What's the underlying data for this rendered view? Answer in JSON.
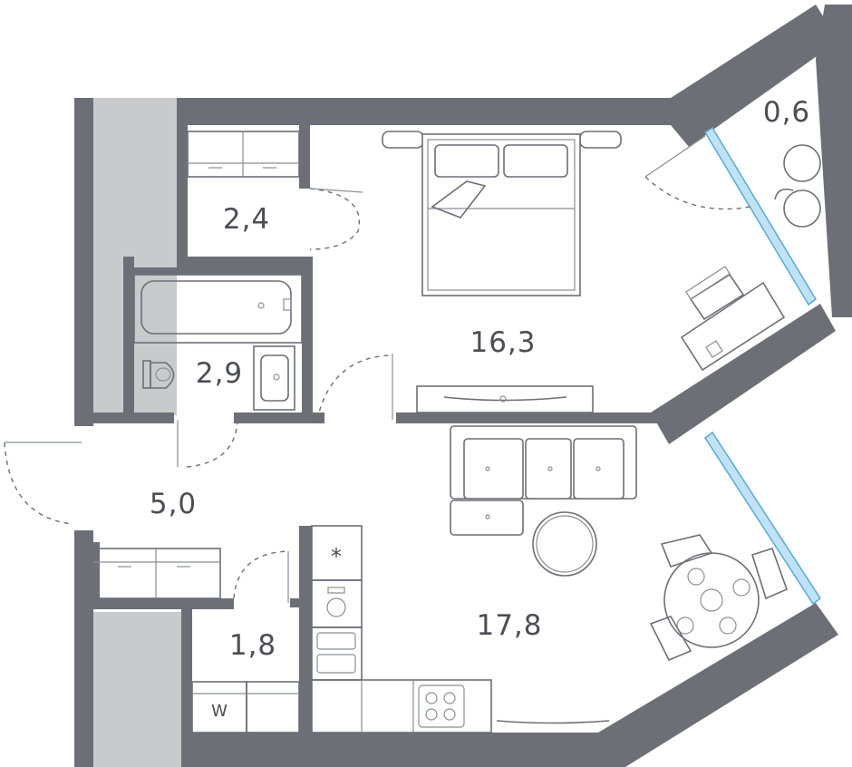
{
  "rooms": [
    {
      "id": "storage",
      "area": "2,4"
    },
    {
      "id": "bedroom",
      "area": "16,3"
    },
    {
      "id": "balcony",
      "area": "0,6"
    },
    {
      "id": "bathroom",
      "area": "2,9"
    },
    {
      "id": "hallway",
      "area": "5,0"
    },
    {
      "id": "laundry",
      "area": "1,8"
    },
    {
      "id": "living-kitchen",
      "area": "17,8"
    }
  ],
  "fixtures": {
    "washer_mark": "W",
    "freezer_mark": "*"
  },
  "colors": {
    "wall": "#6c6f76",
    "shaft": "#c9cacc",
    "glass": "#bfe3f5",
    "text": "#4a4e55"
  }
}
